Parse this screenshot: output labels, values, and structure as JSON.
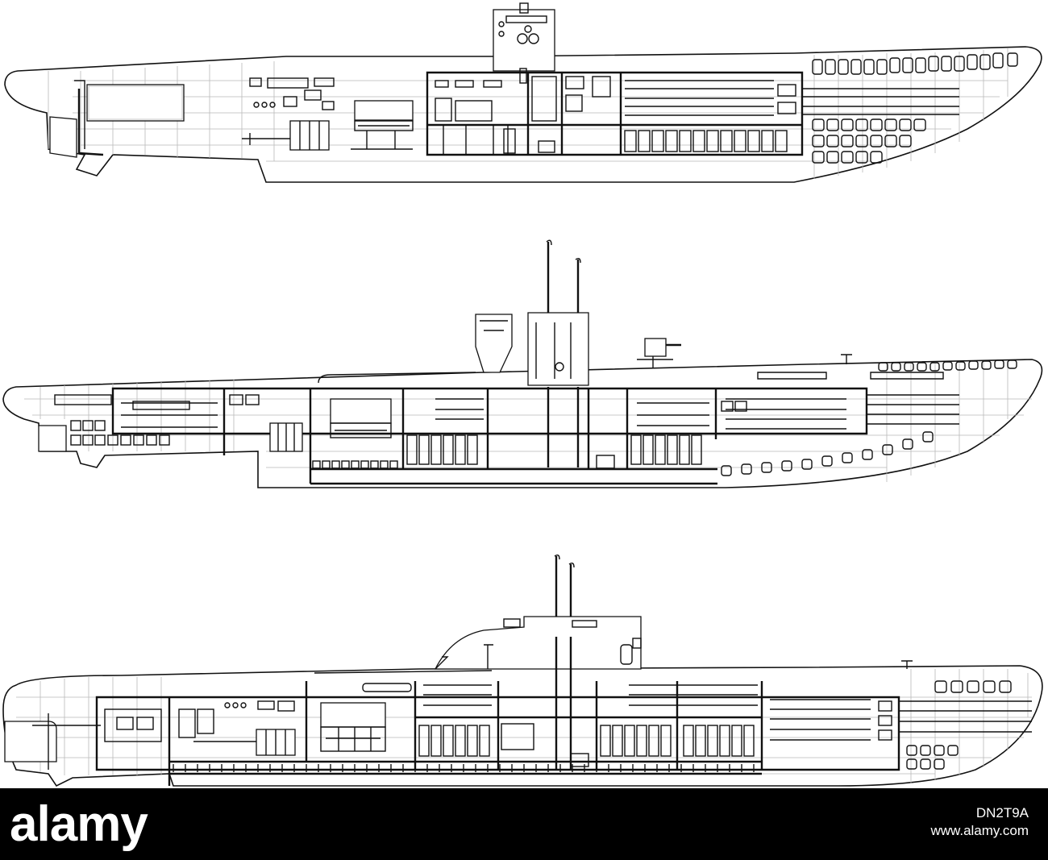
{
  "image": {
    "subject": "three submarine cutaway line drawings",
    "colors": {
      "line": "#111111",
      "grid": "#b9b9b9",
      "background": "#ffffff",
      "footer": "#000000",
      "footer_text": "#ffffff"
    }
  },
  "footer": {
    "brand": "alamy",
    "stock_id": "DN2T9A",
    "url": "www.alamy.com"
  }
}
